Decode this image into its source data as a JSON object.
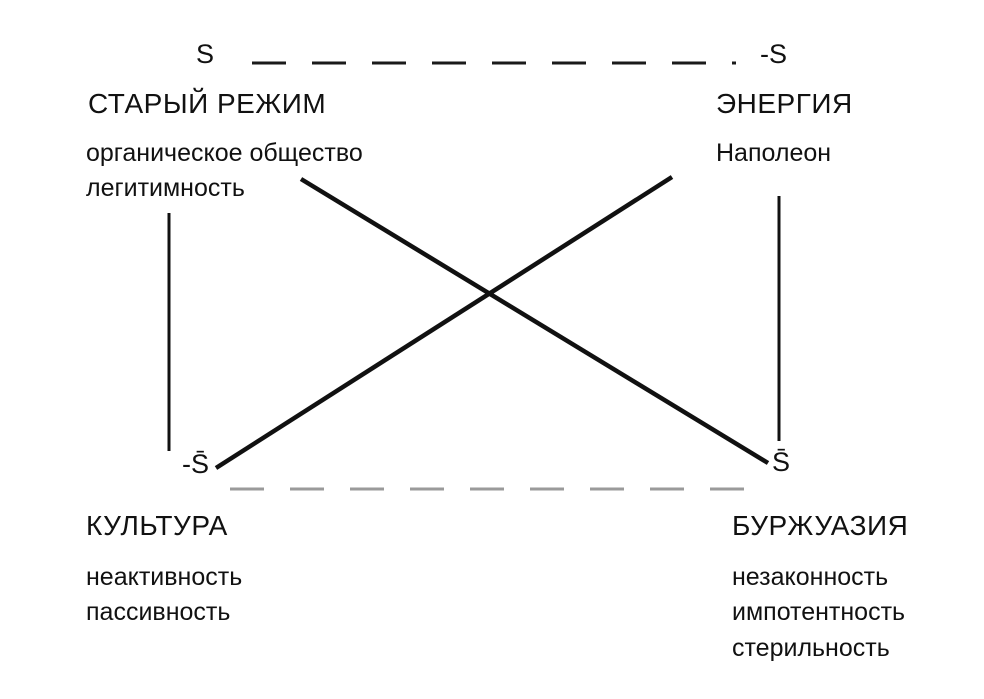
{
  "diagram": {
    "top_left": {
      "symbol": "S",
      "title": "СТАРЫЙ РЕЖИМ",
      "line1": "органическое общество",
      "line2": "легитимность"
    },
    "top_right": {
      "symbol": "-S",
      "title": "ЭНЕРГИЯ",
      "line1": "Наполеон"
    },
    "bottom_left": {
      "symbol": "-S̄",
      "title": "КУЛЬТУРА",
      "line1": "неактивность",
      "line2": "пассивность"
    },
    "bottom_right": {
      "symbol": "S̄",
      "title": "БУРЖУАЗИЯ",
      "line1": "незаконность",
      "line2": "импотентность",
      "line3": "стерильность"
    },
    "colors": {
      "line": "#111111",
      "dashed_bottom": "#8a8a8a"
    }
  }
}
